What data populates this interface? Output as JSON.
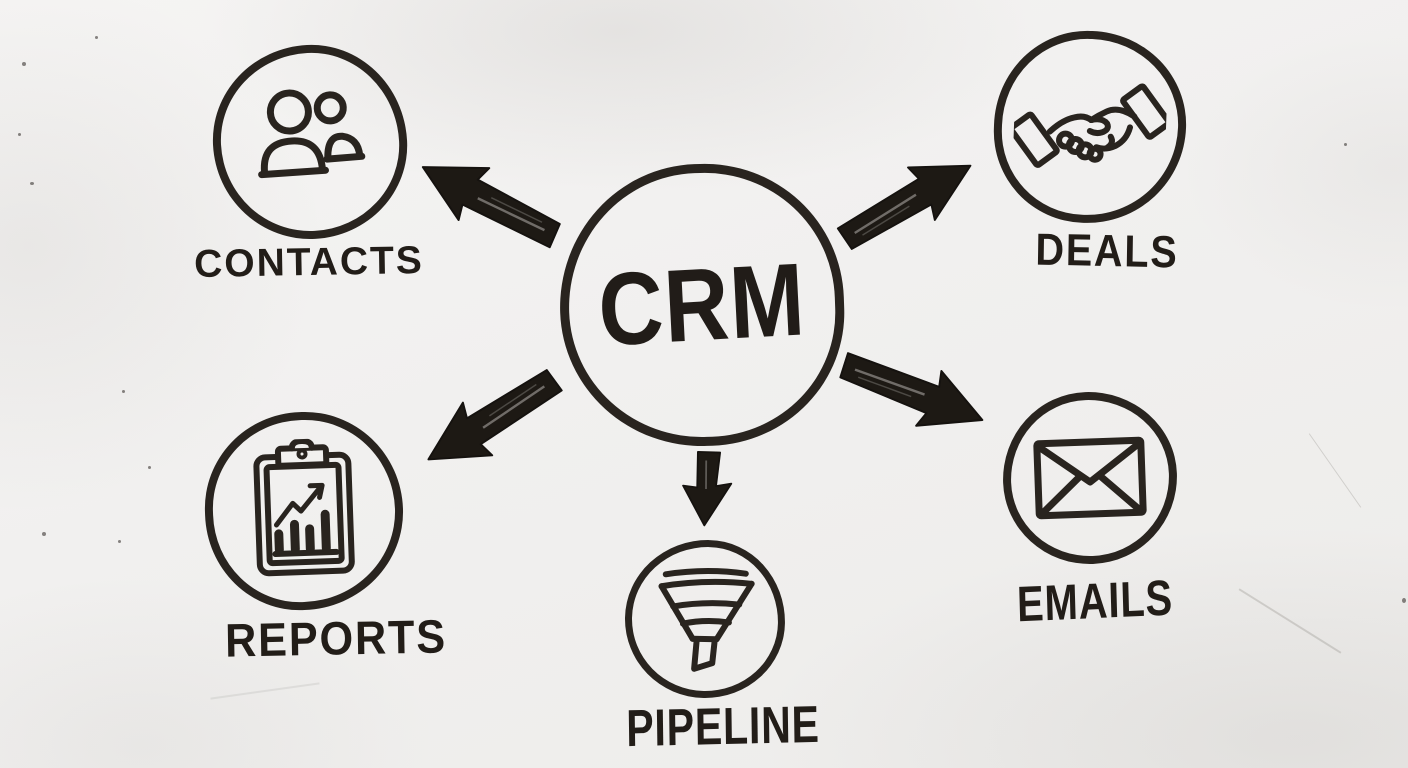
{
  "diagram": {
    "title": "CRM",
    "style": "hand-drawn whiteboard marker sketch",
    "colors": {
      "ink": "#29241f",
      "arrow": "#1d1914",
      "background": "#f1f0ee"
    },
    "nodes": [
      {
        "id": "contacts",
        "label": "CONTACTS",
        "icon": "people-icon",
        "position": "top-left"
      },
      {
        "id": "deals",
        "label": "DEALS",
        "icon": "handshake-icon",
        "position": "top-right"
      },
      {
        "id": "reports",
        "label": "REPORTS",
        "icon": "clipboard-chart-icon",
        "position": "bottom-left"
      },
      {
        "id": "pipeline",
        "label": "PIPELINE",
        "icon": "funnel-icon",
        "position": "bottom-center"
      },
      {
        "id": "emails",
        "label": "EMAILS",
        "icon": "envelope-icon",
        "position": "middle-right"
      }
    ],
    "connections": [
      {
        "from": "crm",
        "to": "contacts"
      },
      {
        "from": "crm",
        "to": "deals"
      },
      {
        "from": "crm",
        "to": "reports"
      },
      {
        "from": "crm",
        "to": "pipeline"
      },
      {
        "from": "crm",
        "to": "emails"
      }
    ]
  }
}
